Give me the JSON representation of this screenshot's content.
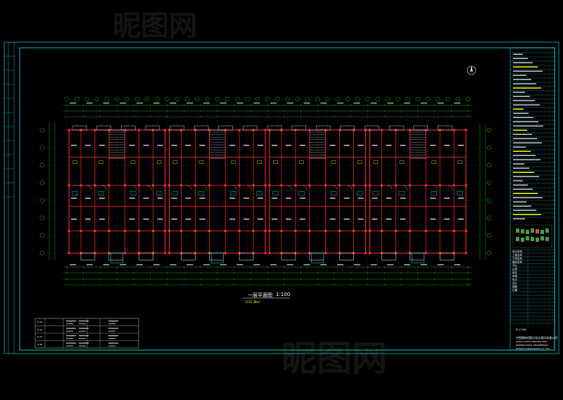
{
  "drawing": {
    "title": "一层平面图",
    "scale": "1:100",
    "note": "1155.38m²"
  },
  "title_block": {
    "dwg_no": "JS-2-09b",
    "company_cn": "中国建筑(国际)设计顾问有限公司",
    "company_en_1": "CHINA STATE CONSTRUCTION",
    "company_en_2": "INTERNATIONAL ENGINEERING",
    "company_en_3": "DESIGN CONSULTANTS CO., LTD",
    "fields": [
      "设计阶段",
      "工程名称",
      "子项名称",
      "图纸名称",
      "专业",
      "比例",
      "审定",
      "审核",
      "校对",
      "设计",
      "制图",
      "日期"
    ]
  },
  "watermark": "昵图网",
  "colors": {
    "background": "#000000",
    "border": "#00ffff",
    "wall": "#ff3333",
    "dimension": "#00ff00",
    "text": "#ffffff",
    "accent_yellow": "#ffff00",
    "axis": "#ff00ff"
  },
  "legend_table": {
    "rows": [
      "D-40",
      "D-42",
      "D-44",
      "D-46"
    ]
  }
}
